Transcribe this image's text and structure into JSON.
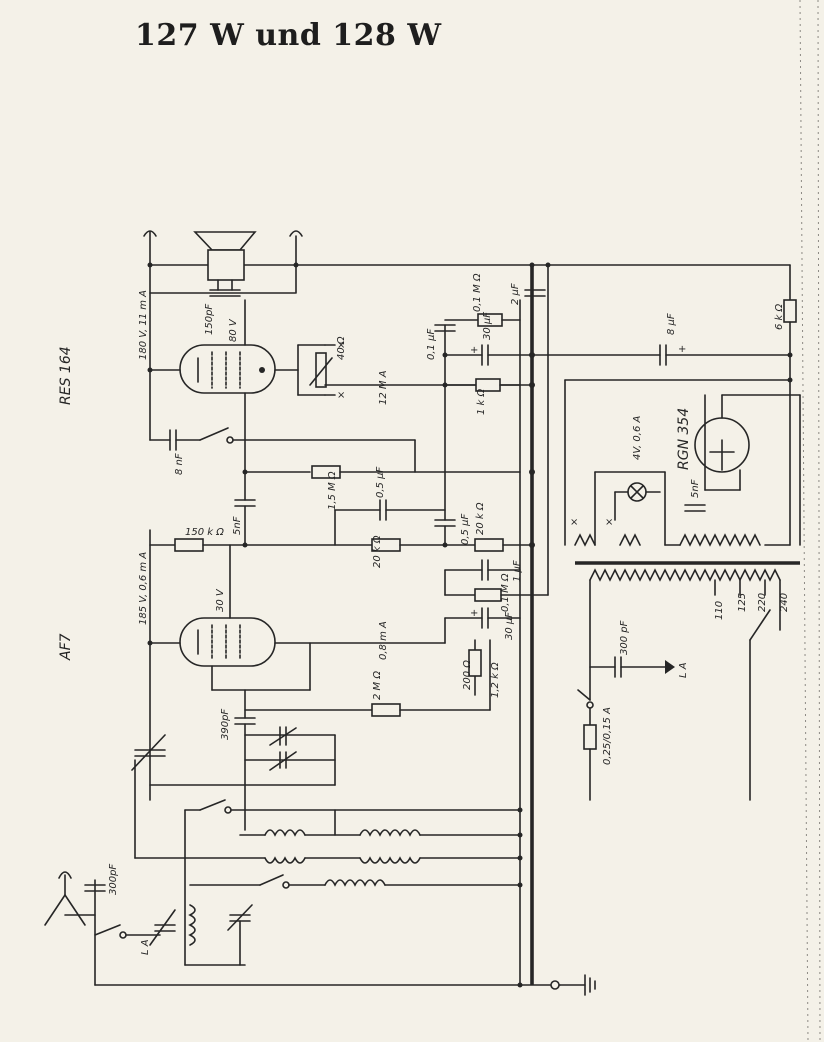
{
  "page": {
    "title": "127 W und 128 W"
  },
  "tubes": {
    "output": "RES 164",
    "input": "AF7",
    "rectifier": "RGN 354"
  },
  "labels": {
    "res_voltage": "180 V, 11 m A",
    "af_voltage": "185 V, 0,6 m A",
    "res_cap": "150pF",
    "res_grid_v": "80 V",
    "af_grid_v": "30 V",
    "pot": "40 Ω",
    "ma12": "12 M A",
    "ma08": "0,8 m A",
    "cap_8nF": "8 nF",
    "cap_5nF": "5nF",
    "r_150k": "150 k Ω",
    "r_15M": "1,5 M Ω",
    "c_05": "0,5 µF",
    "r_20k_a": "20 k Ω",
    "c_05b": "0,5 µF",
    "r_20k_b": "20 k Ω",
    "c_01": "0,1 µF",
    "r_01M": "0,1 M Ω",
    "c_30": "30 µF",
    "r_1k": "1 k Ω",
    "c_2": "2 µF",
    "c_1": "1 µF",
    "r_01M_b": "0,1 M Ω",
    "c_30b": "30 µF",
    "r_200": "200 Ω",
    "r_12k": "1,2 k Ω",
    "r_2M": "2 M Ω",
    "c_390": "390pF",
    "c_300": "300pF",
    "la": "L A",
    "c_8": "8 µF",
    "r_6k": "6 k Ω",
    "lamp": "4V, 0,6 A",
    "c_5nF_r": "5nF",
    "c_300b": "300 pF",
    "la2": "L A",
    "fuse": "0,25/0,15 A",
    "v110": "110",
    "v125": "125",
    "v220": "220",
    "v240": "240"
  }
}
